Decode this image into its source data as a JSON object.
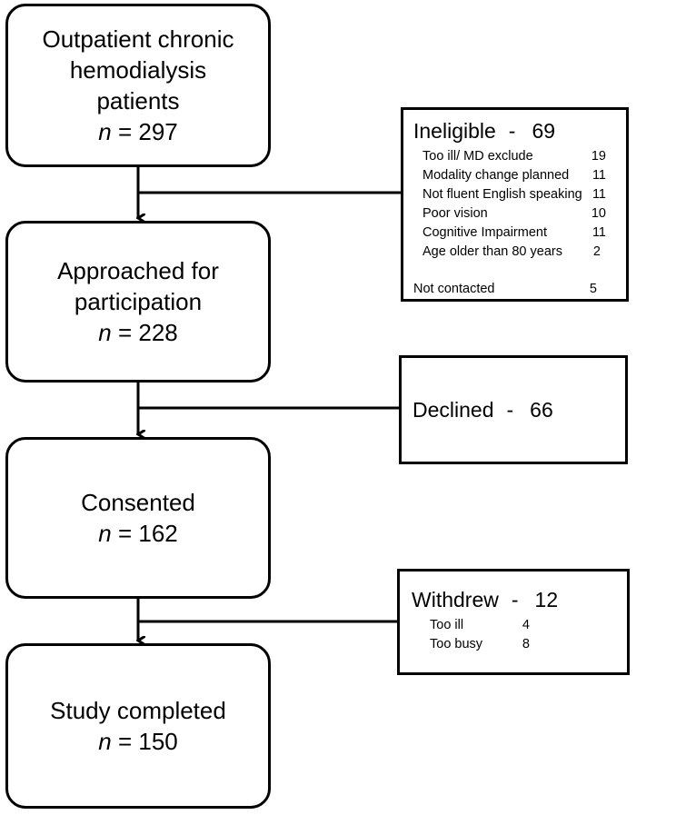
{
  "stages": [
    {
      "lines": [
        "Outpatient chronic",
        "hemodialysis",
        "patients"
      ],
      "n_label": "n",
      "n_value": "297"
    },
    {
      "lines": [
        "Approached for",
        "participation"
      ],
      "n_label": "n",
      "n_value": "228"
    },
    {
      "lines": [
        "Consented"
      ],
      "n_label": "n",
      "n_value": "162"
    },
    {
      "lines": [
        "Study completed"
      ],
      "n_label": "n",
      "n_value": "150"
    }
  ],
  "ineligible": {
    "title": "Ineligible",
    "dash": "-",
    "count": "69",
    "reasons": [
      {
        "label": "Too ill/ MD exclude",
        "value": "19"
      },
      {
        "label": "Modality change planned",
        "value": "11"
      },
      {
        "label": "Not fluent English speaking",
        "value": "11"
      },
      {
        "label": "Poor vision",
        "value": "10"
      },
      {
        "label": "Cognitive Impairment",
        "value": "11"
      },
      {
        "label": "Age older than 80 years",
        "value": "2"
      }
    ],
    "not_contacted": {
      "label": "Not contacted",
      "value": "5"
    }
  },
  "declined": {
    "title": "Declined",
    "dash": "-",
    "count": "66"
  },
  "withdrew": {
    "title": "Withdrew",
    "dash": "-",
    "count": "12",
    "reasons": [
      {
        "label": "Too ill",
        "value": "4"
      },
      {
        "label": "Too busy",
        "value": "8"
      }
    ]
  }
}
